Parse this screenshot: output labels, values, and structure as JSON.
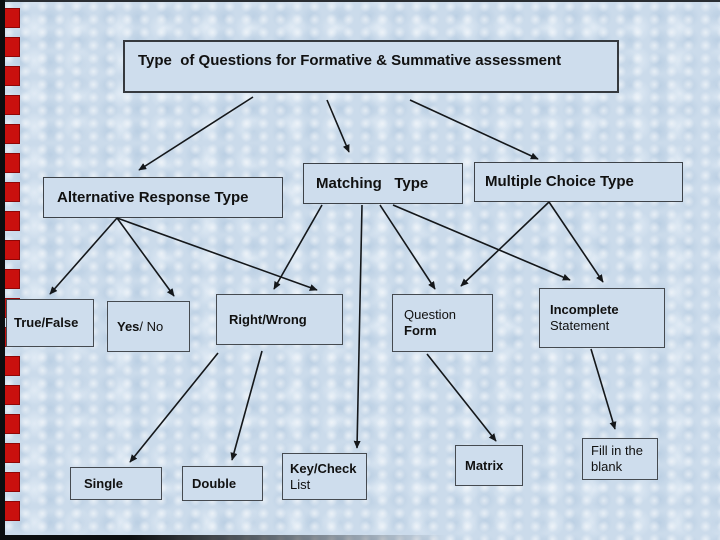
{
  "slide": {
    "colors": {
      "background": "#cbdbeb",
      "accent_square": "#c9100e",
      "box_border": "#454a50",
      "connector": "#14171a",
      "text": "#111111"
    },
    "decor": {
      "square_count": 18
    }
  },
  "nodes": {
    "root": {
      "label": "Type  of Questions for Formative & Summative assessment"
    },
    "alternative": {
      "label": "Alternative Response Type"
    },
    "matching": {
      "label": "Matching   Type"
    },
    "multiple": {
      "label": "Multiple Choice Type"
    },
    "true_false": {
      "label": "True/False"
    },
    "yes_no": {
      "bold": "Yes",
      "rest": "/ No"
    },
    "right_wrong": {
      "label": "Right/Wrong"
    },
    "question_form": {
      "rest": "Question ",
      "bold": "Form"
    },
    "incomplete": {
      "bold_line": "Incomplete",
      "line2": "Statement"
    },
    "single": {
      "label": "Single"
    },
    "double": {
      "label": "Double"
    },
    "key_check": {
      "bold_line": "Key/Check",
      "line2": "List"
    },
    "matrix": {
      "label": "Matrix"
    },
    "fill_blank": {
      "line1": "Fill in the",
      "line2": "blank"
    }
  }
}
